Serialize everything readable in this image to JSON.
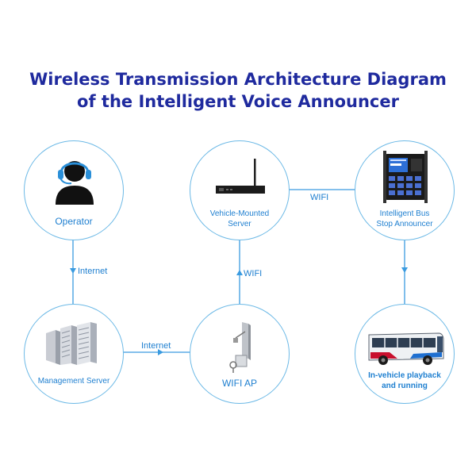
{
  "title": {
    "line1": "Wireless Transmission Architecture Diagram",
    "line2": "of the Intelligent Voice Announcer"
  },
  "nodes": {
    "operator": {
      "label": "Operator",
      "icon": "operator-headset-icon"
    },
    "vehicle_server": {
      "line1": "Vehicle-Mounted",
      "line2": "Server",
      "icon": "router-antenna-icon"
    },
    "announcer": {
      "line1": "Intelligent Bus",
      "line2": "Stop Announcer",
      "icon": "announcer-device-icon"
    },
    "management_server": {
      "label": "Management Server",
      "icon": "server-rack-icon"
    },
    "wifi_ap": {
      "label": "WIFI AP",
      "icon": "wifi-ap-antenna-icon"
    },
    "playback": {
      "line1": "In-vehicle playback",
      "line2": "and running",
      "icon": "bus-icon"
    }
  },
  "edges": {
    "operator_to_mgmt": "Internet",
    "mgmt_to_ap": "Internet",
    "ap_to_vehicle": "WIFI",
    "vehicle_to_announcer": "WIFI"
  },
  "colors": {
    "title": "#1f2a9e",
    "label": "#1e7fd0",
    "circle_border": "#6cb9e6",
    "line": "#3a9be0"
  }
}
